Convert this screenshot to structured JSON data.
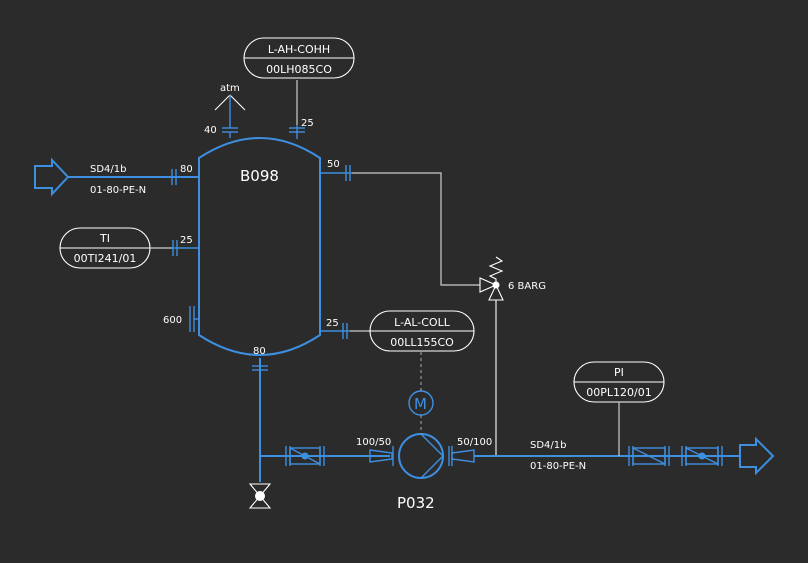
{
  "diagram": {
    "vessel_tag": "B098",
    "pump_tag": "P032",
    "inlet_line": {
      "spec": "SD4/1b",
      "code": "01-80-PE-N",
      "size": "80"
    },
    "outlet_line": {
      "spec": "SD4/1b",
      "code": "01-80-PE-N"
    },
    "vent": {
      "label": "atm",
      "size": "40"
    },
    "nozzles": {
      "top_right": "25",
      "side_50": "50",
      "ti": "25",
      "manhole": "600",
      "level_low": "25",
      "bottom": "80"
    },
    "instruments": {
      "level_high": {
        "function": "L-AH-COHH",
        "tag": "00LH085CO"
      },
      "temp": {
        "function": "TI",
        "tag": "00TI241/01"
      },
      "level_low": {
        "function": "L-AL-COLL",
        "tag": "00LL155CO"
      },
      "pressure": {
        "function": "PI",
        "tag": "00PL120/01"
      }
    },
    "relief_valve": "6 BARG",
    "pump_reducer_in": "100/50",
    "pump_reducer_out": "50/100",
    "motor_symbol": "M"
  }
}
